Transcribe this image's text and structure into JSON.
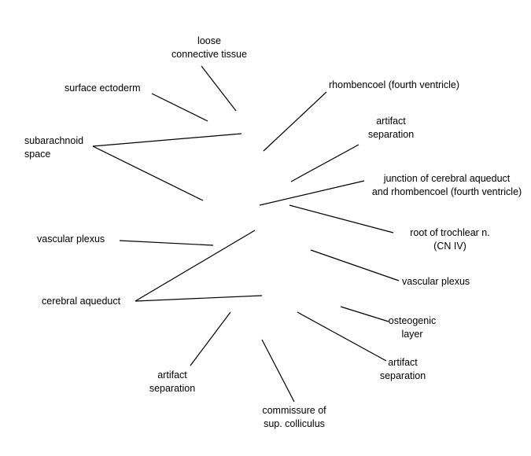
{
  "colors": {
    "background": "#ffffff",
    "text": "#000000",
    "leader_lines": "#000000"
  },
  "labels": {
    "loose_connective_tissue": [
      "loose",
      "connective tissue"
    ],
    "surface_ectoderm": [
      "surface ectoderm"
    ],
    "subarachnoid_space": [
      "subarachnoid",
      "space"
    ],
    "rhombencoel": [
      "rhombencoel (fourth ventricle)"
    ],
    "artifact_separation_upper_right": [
      "artifact",
      "separation"
    ],
    "junction": [
      "junction of cerebral aqueduct",
      "and rhombencoel (fourth ventricle)"
    ],
    "root_trochlear": [
      "root of trochlear n.",
      "(CN IV)"
    ],
    "vascular_plexus_left": [
      "vascular plexus"
    ],
    "vascular_plexus_right": [
      "vascular plexus"
    ],
    "cerebral_aqueduct": [
      "cerebral aqueduct"
    ],
    "osteogenic_layer": [
      "osteogenic",
      "layer"
    ],
    "artifact_separation_lower_left": [
      "artifact",
      "separation"
    ],
    "artifact_separation_lower_right": [
      "artifact",
      "separation"
    ],
    "commissure_sup_colliculus": [
      "commissure of",
      "sup. colliculus"
    ]
  }
}
